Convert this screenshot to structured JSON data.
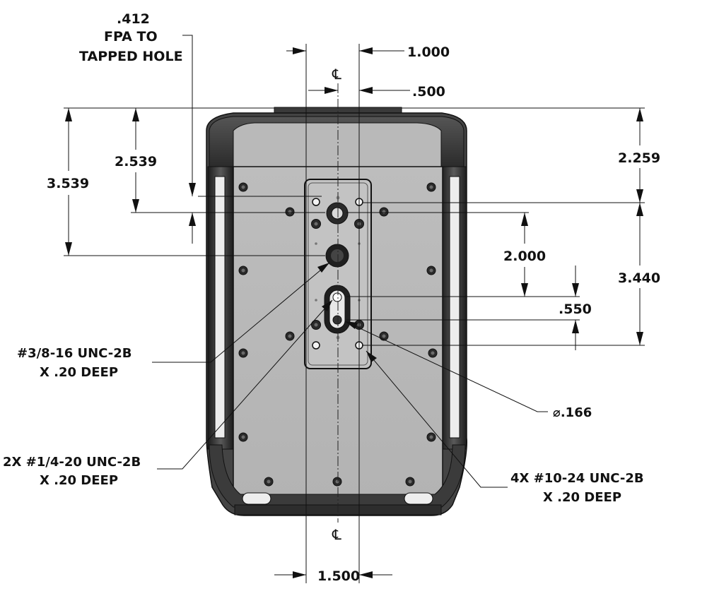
{
  "drawing": {
    "dimensions": {
      "fpa_value": ".412",
      "fpa_line1": "FPA TO",
      "fpa_line2": "TAPPED HOLE",
      "top_1000": "1.000",
      "top_500": ".500",
      "left_3539": "3.539",
      "left_2539": "2.539",
      "right_2259": "2.259",
      "right_3440": "3.440",
      "mid_2000": "2.000",
      "mid_550": ".550",
      "bottom_1500": "1.500"
    },
    "centerline": {
      "top_label": "℄",
      "bottom_label": "℄"
    },
    "notes": {
      "hole_38_line1": "#3/8-16 UNC-2B",
      "hole_38_line2": "X .20 DEEP",
      "hole_14_line1": "2X #1/4-20 UNC-2B",
      "hole_14_line2": "X .20 DEEP",
      "diameter": "⌀.166",
      "hole_1024_line1": "4X #10-24 UNC-2B",
      "hole_1024_line2": "X .20 DEEP"
    }
  }
}
